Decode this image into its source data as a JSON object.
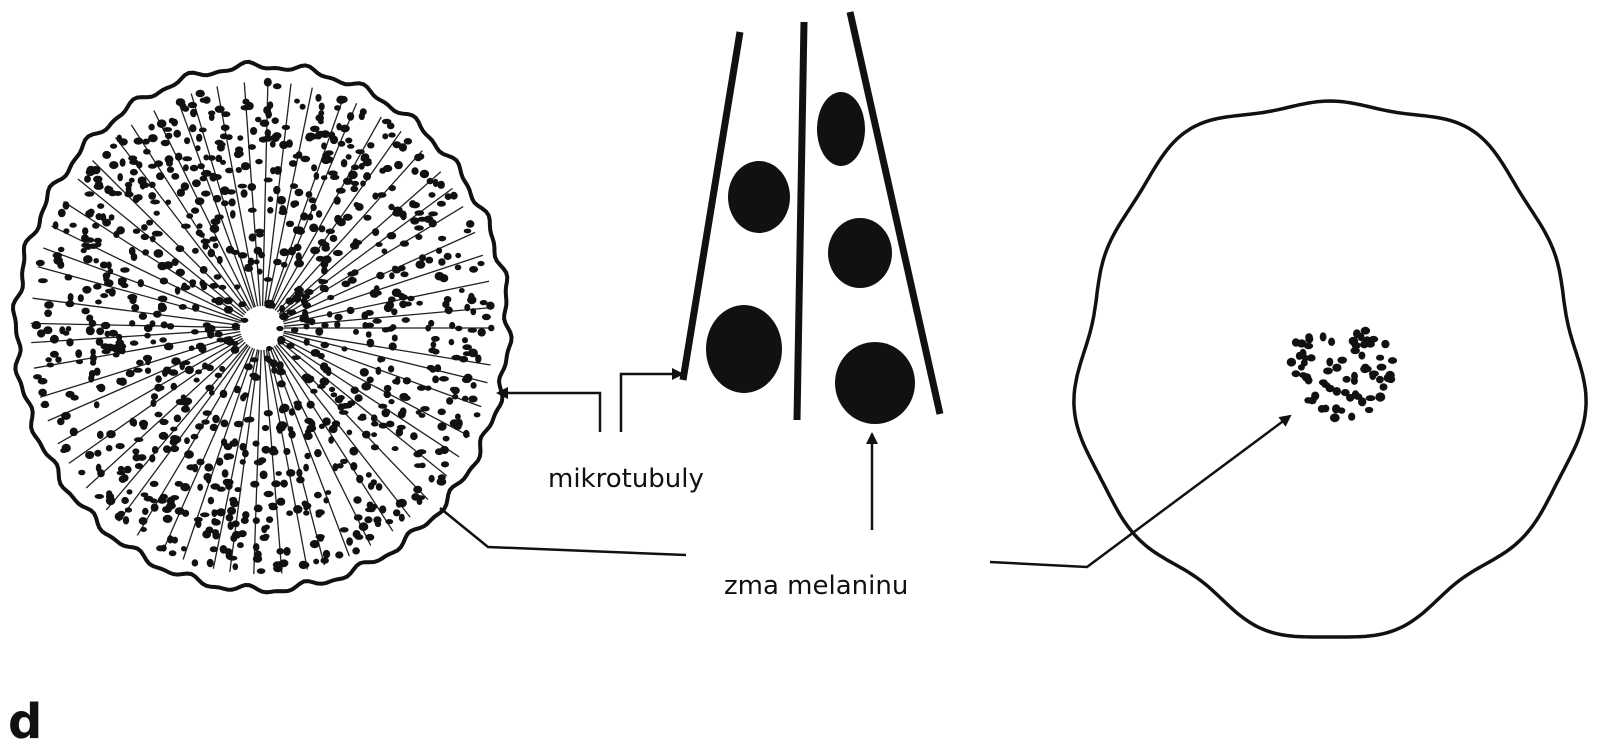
{
  "labels": {
    "microtubules": "mikrotubuly",
    "melanin_grains": "zma melaninu",
    "panel_letter": "d"
  },
  "colors": {
    "ink": "#111111",
    "background": "#ffffff"
  }
}
